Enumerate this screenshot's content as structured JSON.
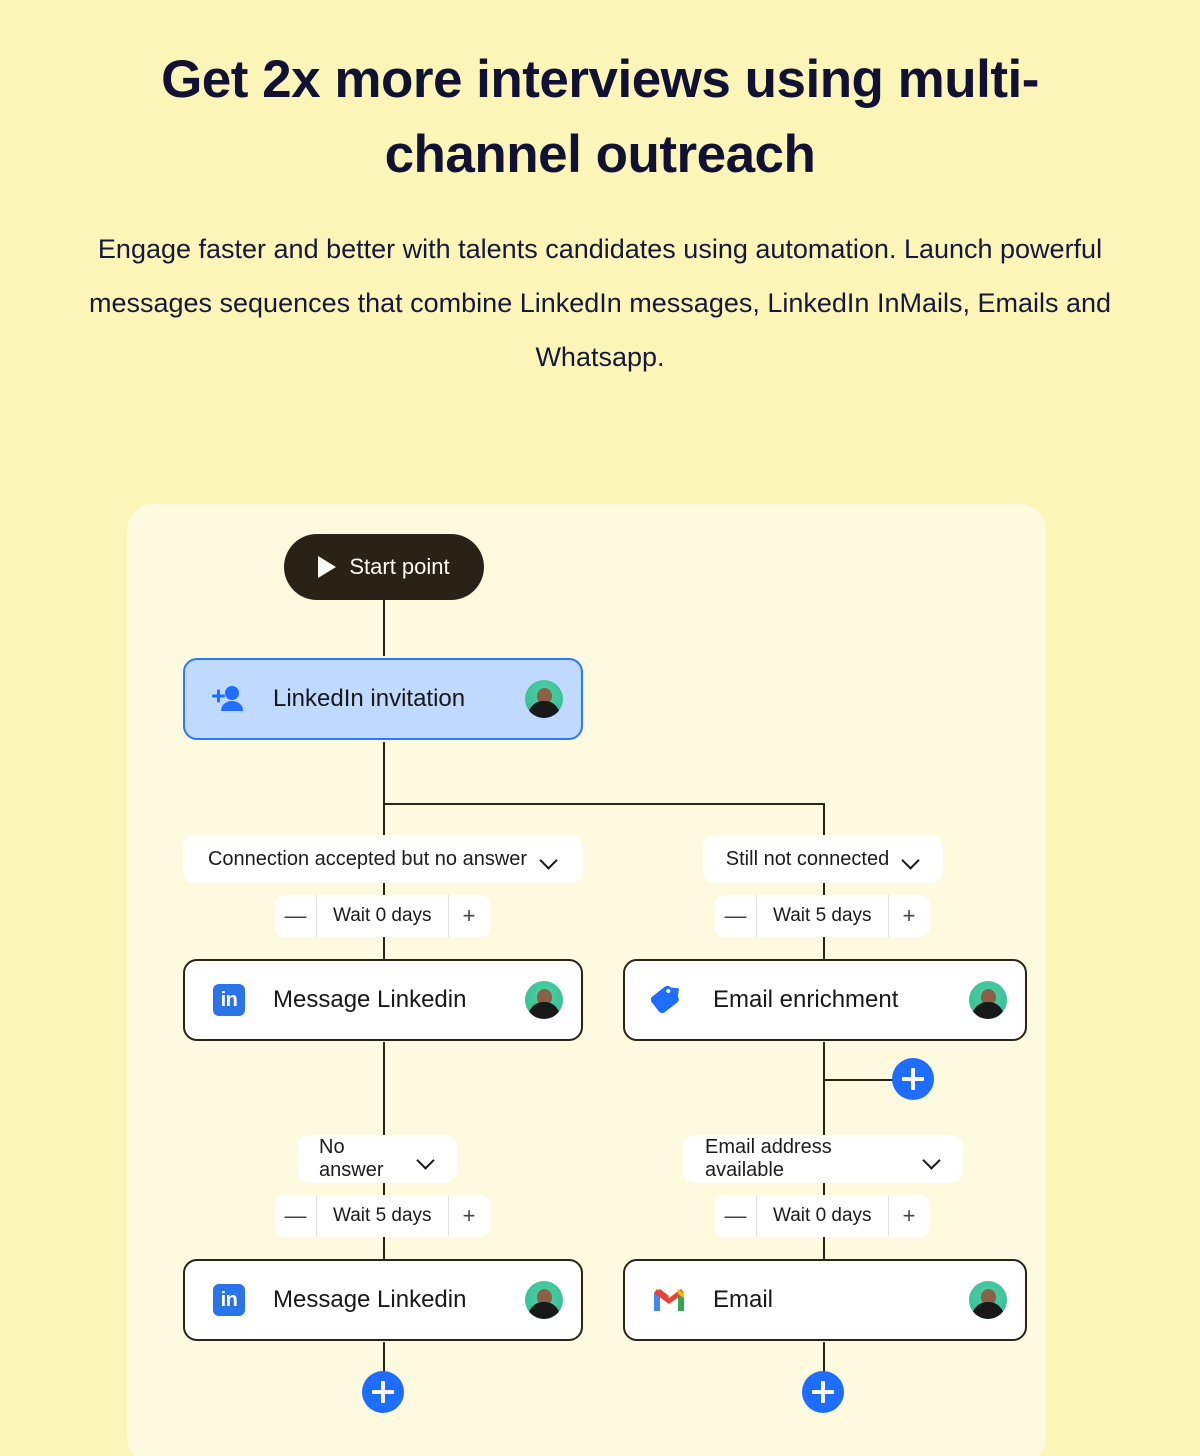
{
  "header": {
    "title": "Get 2x more interviews using multi-channel outreach",
    "subtitle": "Engage faster and better with talents candidates using automation. Launch powerful messages sequences that combine LinkedIn messages, LinkedIn InMails, Emails and Whatsapp."
  },
  "colors": {
    "page_background": "#fcf5b8",
    "canvas_background": "#fdfae0",
    "accent_blue": "#1f6dff",
    "highlight_card_bg": "#bfd9ff",
    "highlight_card_border": "#2979ff",
    "dark": "#2b2217",
    "avatar_bg": "#3fc49a"
  },
  "flow": {
    "start": {
      "label": "Start point",
      "icon": "play-icon"
    },
    "nodes": {
      "linkedin_invitation": {
        "label": "LinkedIn invitation",
        "icon": "person-add-icon",
        "highlighted": true
      },
      "message_linkedin_1": {
        "label": "Message Linkedin",
        "icon": "linkedin-icon"
      },
      "message_linkedin_2": {
        "label": "Message Linkedin",
        "icon": "linkedin-icon"
      },
      "email_enrichment": {
        "label": "Email enrichment",
        "icon": "tag-icon"
      },
      "email": {
        "label": "Email",
        "icon": "gmail-icon"
      }
    },
    "conditions": {
      "left_top": {
        "label": "Connection accepted but no answer",
        "icon": "chevron-down-icon"
      },
      "right_top": {
        "label": "Still not connected",
        "icon": "chevron-down-icon"
      },
      "left_bottom": {
        "label": "No answer",
        "icon": "chevron-down-icon"
      },
      "right_bottom": {
        "label": "Email address available",
        "icon": "chevron-down-icon"
      }
    },
    "waits": {
      "left_top": {
        "label": "Wait 0 days",
        "days": 0,
        "minus": "—",
        "plus": "+"
      },
      "right_top": {
        "label": "Wait 5 days",
        "days": 5,
        "minus": "—",
        "plus": "+"
      },
      "left_bottom": {
        "label": "Wait 5 days",
        "days": 5,
        "minus": "—",
        "plus": "+"
      },
      "right_bottom": {
        "label": "Wait 0 days",
        "days": 0,
        "minus": "—",
        "plus": "+"
      }
    },
    "add_buttons": {
      "enrichment_branch": "add-step-button",
      "left_end": "add-step-button",
      "right_end": "add-step-button"
    }
  }
}
